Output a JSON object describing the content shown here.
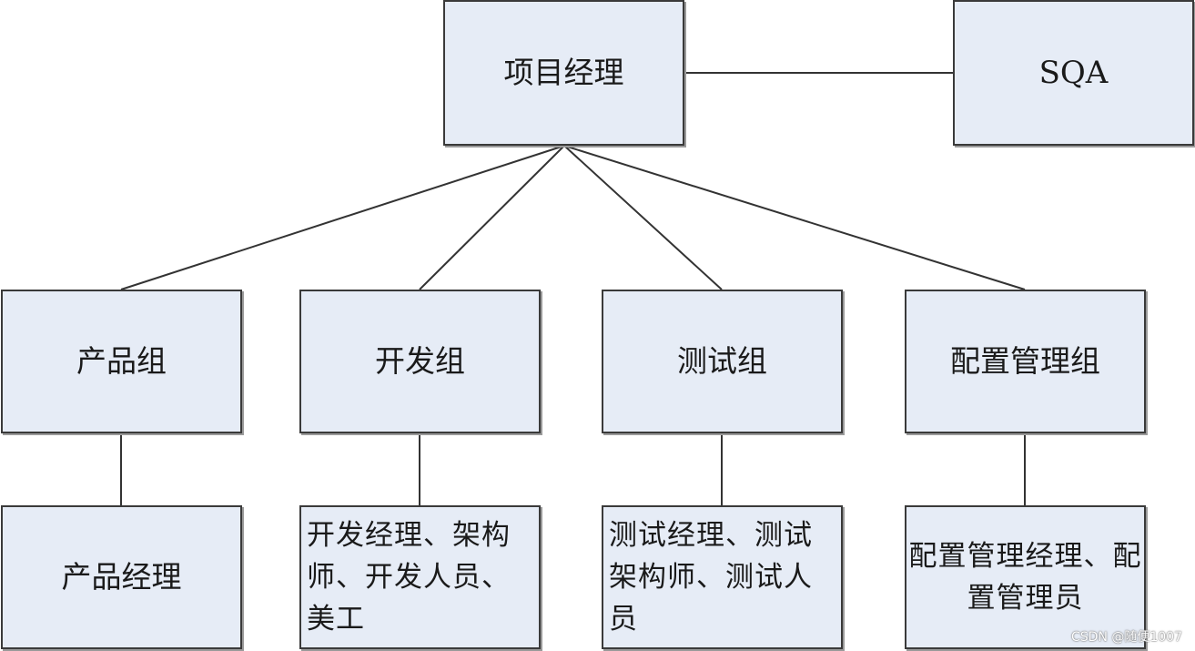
{
  "diagram": {
    "nodes": {
      "project_manager": "项目经理",
      "sqa": "SQA",
      "product_group": "产品组",
      "dev_group": "开发组",
      "test_group": "测试组",
      "config_group": "配置管理组",
      "product_roles": "产品经理",
      "dev_roles": "开发经理、架构师、开发人员、美工",
      "test_roles": "测试经理、测试架构师、测试人员",
      "config_roles": "配置管理经理、配置管理员"
    },
    "edges": [
      [
        "project_manager",
        "sqa"
      ],
      [
        "project_manager",
        "product_group"
      ],
      [
        "project_manager",
        "dev_group"
      ],
      [
        "project_manager",
        "test_group"
      ],
      [
        "project_manager",
        "config_group"
      ],
      [
        "product_group",
        "product_roles"
      ],
      [
        "dev_group",
        "dev_roles"
      ],
      [
        "test_group",
        "test_roles"
      ],
      [
        "config_group",
        "config_roles"
      ]
    ],
    "colors": {
      "box_fill": "#e6ecf6",
      "box_border": "#3a3a3a",
      "line": "#333333"
    }
  },
  "watermark": "CSDN @随便1007"
}
